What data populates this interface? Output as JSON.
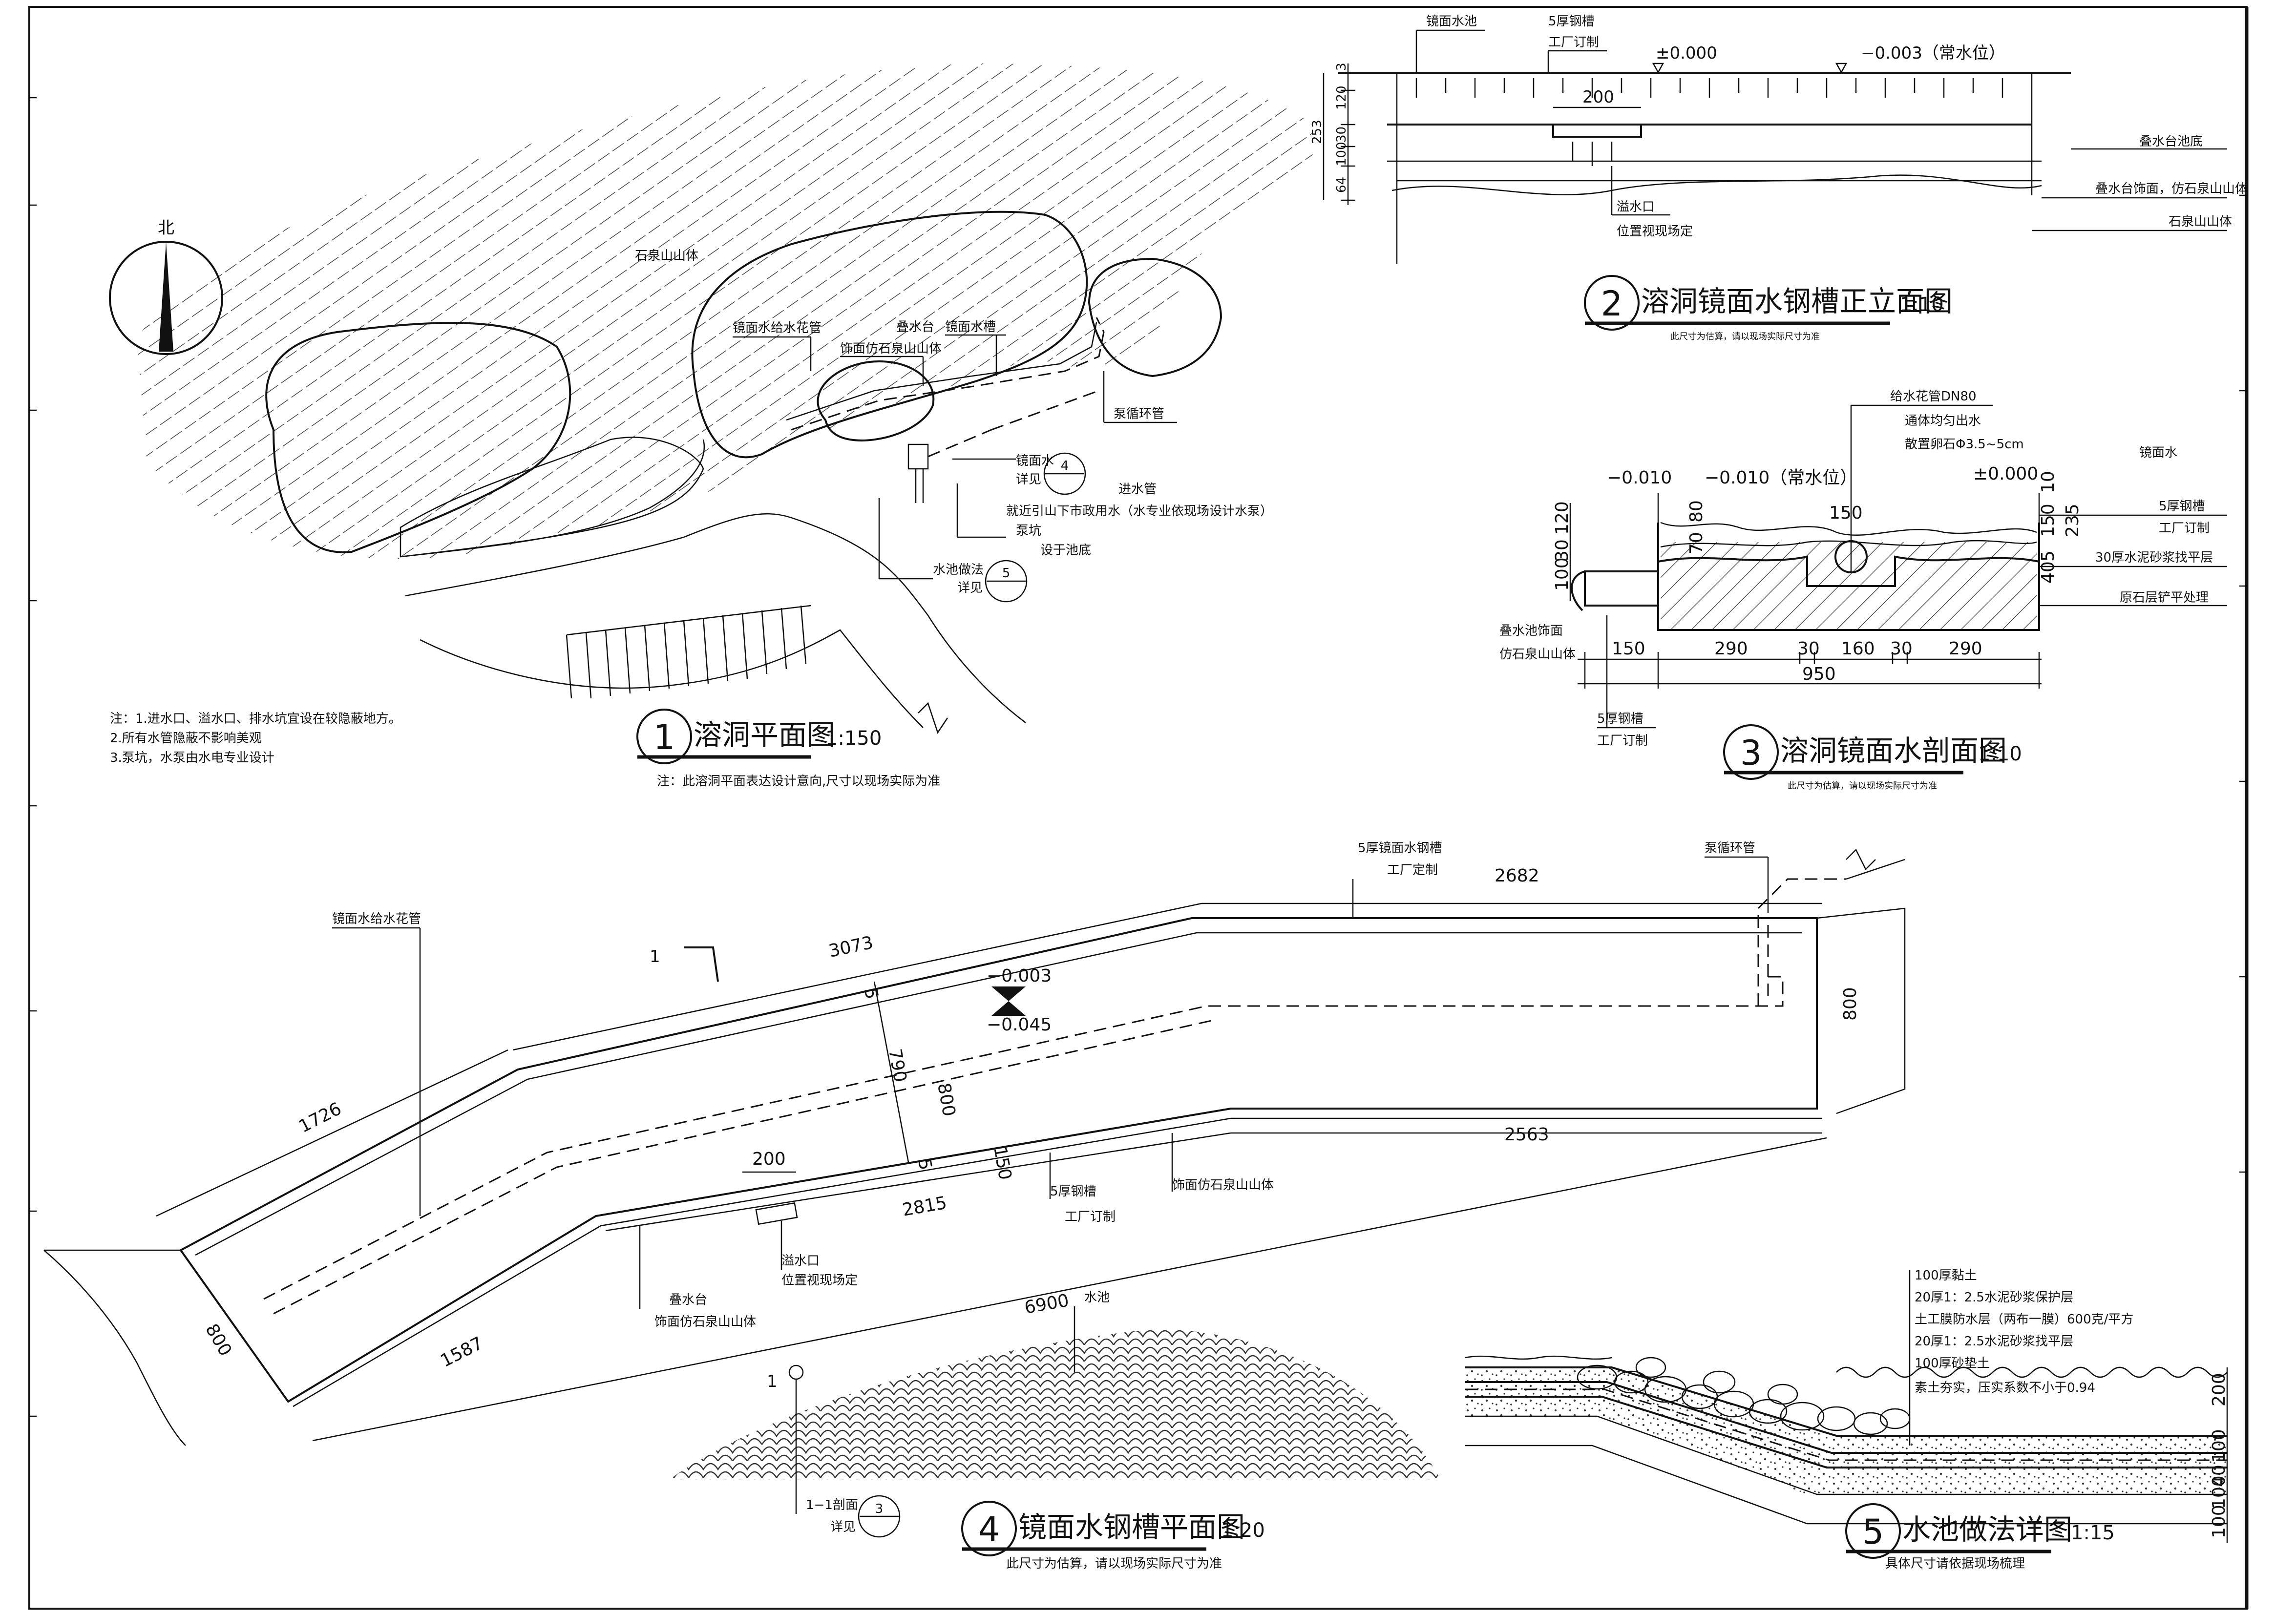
{
  "drawing": {
    "north": "北",
    "plan1": {
      "num": "1",
      "title": "溶洞平面图",
      "scale": "1:150",
      "note": "注：此溶洞平面表达设计意向,尺寸以现场实际为准",
      "notes": [
        "注：1.进水口、溢水口、排水坑宜设在较隐蔽地方。",
        "2.所有水管隐蔽不影响美观",
        "3.泵坑，水泵由水电专业设计"
      ],
      "labels": {
        "rock": "石泉山山体",
        "mirror_pipe": "镜面水给水花管",
        "stack_platform": "叠水台",
        "rock_finish": "饰面仿石泉山山体",
        "mirror_trough": "镜面水槽",
        "pump_pipe": "泵循环管",
        "mirror_water": "镜面水",
        "see": "详见",
        "inlet": "进水管",
        "inlet_note": "就近引山下市政用水（水专业依现场设计水泵）",
        "pump_pit": "泵坑",
        "pump_pos": "设于池底",
        "pool_method": "水池做法"
      }
    },
    "elev2": {
      "num": "2",
      "title": "溶洞镜面水钢槽正立面图",
      "scale": "1:10",
      "note": "此尺寸为估算，请以现场实际尺寸为准",
      "labels": {
        "mirror_pool": "镜面水池",
        "steel5": "5厚钢槽",
        "factory": "工厂订制",
        "zero": "±0.000",
        "level": "−0.003（常水位）",
        "dim200": "200",
        "overflow": "溢水口",
        "overflow_pos": "位置视现场定",
        "platform_bottom": "叠水台池底",
        "platform_finish": "叠水台饰面，仿石泉山山体",
        "rock": "石泉山山体"
      },
      "dims": [
        "3",
        "120",
        "253",
        "30",
        "100",
        "64"
      ]
    },
    "sect3": {
      "num": "3",
      "title": "溶洞镜面水剖面图",
      "scale": "1:10",
      "note": "此尺寸为估算，请以现场实际尺寸为准",
      "labels": {
        "pipe": "给水花管DN80",
        "pipe_note": "通体均匀出水",
        "pebble": "散置卵石Φ3.5~5cm",
        "mirror_water": "镜面水",
        "lvl1": "−0.010",
        "lvl2": "−0.010（常水位）",
        "zero": "±0.000",
        "steel5": "5厚钢槽",
        "factory": "工厂订制",
        "mortar": "30厚水泥砂浆找平层",
        "rock_base": "原石层铲平处理",
        "pool_finish": "叠水池饰面",
        "rock_imit": "仿石泉山山体",
        "steel5b": "5厚钢槽",
        "factoryb": "工厂订制"
      },
      "dims_h": [
        "150",
        "290",
        "30",
        "160",
        "30",
        "290",
        "950"
      ],
      "dims_v": [
        "120",
        "30",
        "100",
        "70",
        "80",
        "150",
        "10",
        "150",
        "235",
        "40",
        "5"
      ],
      "dim150top": "150"
    },
    "plan4": {
      "num": "4",
      "title": "镜面水钢槽平面图",
      "scale": "1:20",
      "note": "此尺寸为估算，请以现场实际尺寸为准",
      "labels": {
        "steel_trough": "5厚镜面水钢槽",
        "factory": "工厂定制",
        "pump_pipe": "泵循环管",
        "mirror_pipe": "镜面水给水花管",
        "steel5": "5厚钢槽",
        "factory2": "工厂订制",
        "rock_finish": "饰面仿石泉山山体",
        "overflow": "溢水口",
        "overflow_pos": "位置视现场定",
        "platform": "叠水台",
        "platform_finish": "饰面仿石泉山山体",
        "pool": "水池",
        "section_ref": "1−1剖面",
        "see": "详见",
        "lvl1": "−0.003",
        "lvl2": "−0.045",
        "sec_mark": "1"
      },
      "dims": {
        "d3073": "3073",
        "d2682": "2682",
        "d1726": "1726",
        "d2563": "2563",
        "d2815": "2815",
        "d6900": "6900",
        "d1587": "1587",
        "d200": "200",
        "d800a": "800",
        "d800b": "800",
        "d800c": "800",
        "d790": "790",
        "d150": "150",
        "d5a": "5",
        "d5b": "5"
      }
    },
    "detail5": {
      "num": "5",
      "title": "水池做法详图",
      "scale": "1:15",
      "note": "具体尺寸请依据现场梳理",
      "layers": [
        "100厚黏土",
        "20厚1：2.5水泥砂浆保护层",
        "土工膜防水层（两布一膜）600克/平方",
        "20厚1：2.5水泥砂浆找平层",
        "100厚砂垫土",
        "素土夯实，压实系数不小于0.94"
      ],
      "dims": [
        "200",
        "100",
        "40",
        "100",
        "100"
      ]
    }
  }
}
